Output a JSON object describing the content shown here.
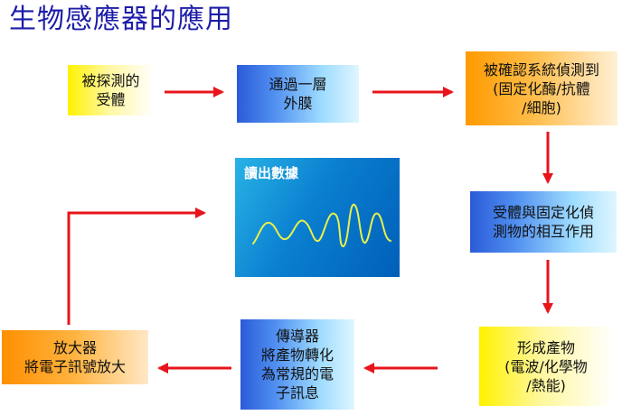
{
  "title": "生物感應器的應用",
  "steps": {
    "receptor": [
      "被探測的",
      "受體"
    ],
    "membrane": [
      "通過一層",
      "外膜"
    ],
    "recognized": [
      "被確認系統偵測到",
      "(固定化酶/抗體",
      "/細胞)"
    ],
    "binding": [
      "受體與固定化偵",
      "測物的相互作用"
    ],
    "product": [
      "形成產物",
      "(電波/化學物",
      "/熱能)"
    ],
    "transducer": [
      "傳導器",
      "將產物轉化",
      "為常規的電",
      "子訊息"
    ],
    "amplifier": [
      "放大器",
      "將電子訊號放大"
    ]
  },
  "readout": {
    "label": "讀出數據",
    "wave_color": "#e8f04a"
  },
  "colors": {
    "arrow": "#e8141b",
    "title": "#1c1ca8",
    "readout_bg": "#0a7fd0"
  }
}
